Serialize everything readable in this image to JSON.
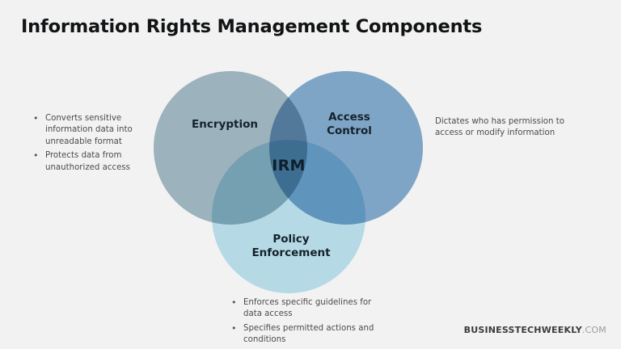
{
  "title": "Information Rights Management Components",
  "background_color": "#f2f2f2",
  "diagram": {
    "type": "venn-3-circle",
    "center_label": "IRM",
    "circles": [
      {
        "id": "encryption",
        "label": "Encryption",
        "color": "#a4bcc6",
        "position": "left"
      },
      {
        "id": "access-control",
        "label": "Access\nControl",
        "color": "#7fa4c9",
        "position": "right"
      },
      {
        "id": "policy-enforcement",
        "label": "Policy\nEnforcement",
        "color": "#bfe2ef",
        "position": "bottom"
      }
    ],
    "overlap_colors": {
      "top_pair": "#6b96ab",
      "left_pair": "#8dc2d6",
      "right_pair": "#81b8d2",
      "center_triple": "#72b2cc"
    }
  },
  "notes": {
    "encryption": {
      "bullets": [
        "Converts sensitive information data into unreadable format",
        "Protects data from unauthorized access"
      ]
    },
    "access_control": {
      "text": "Dictates who has permission to access or modify information"
    },
    "policy_enforcement": {
      "bullets": [
        "Enforces specific guidelines for data access",
        "Specifies permitted actions and conditions"
      ]
    }
  },
  "footer": {
    "brand_name": "BUSINESSTECHWEEKLY",
    "brand_tld": ".COM"
  }
}
